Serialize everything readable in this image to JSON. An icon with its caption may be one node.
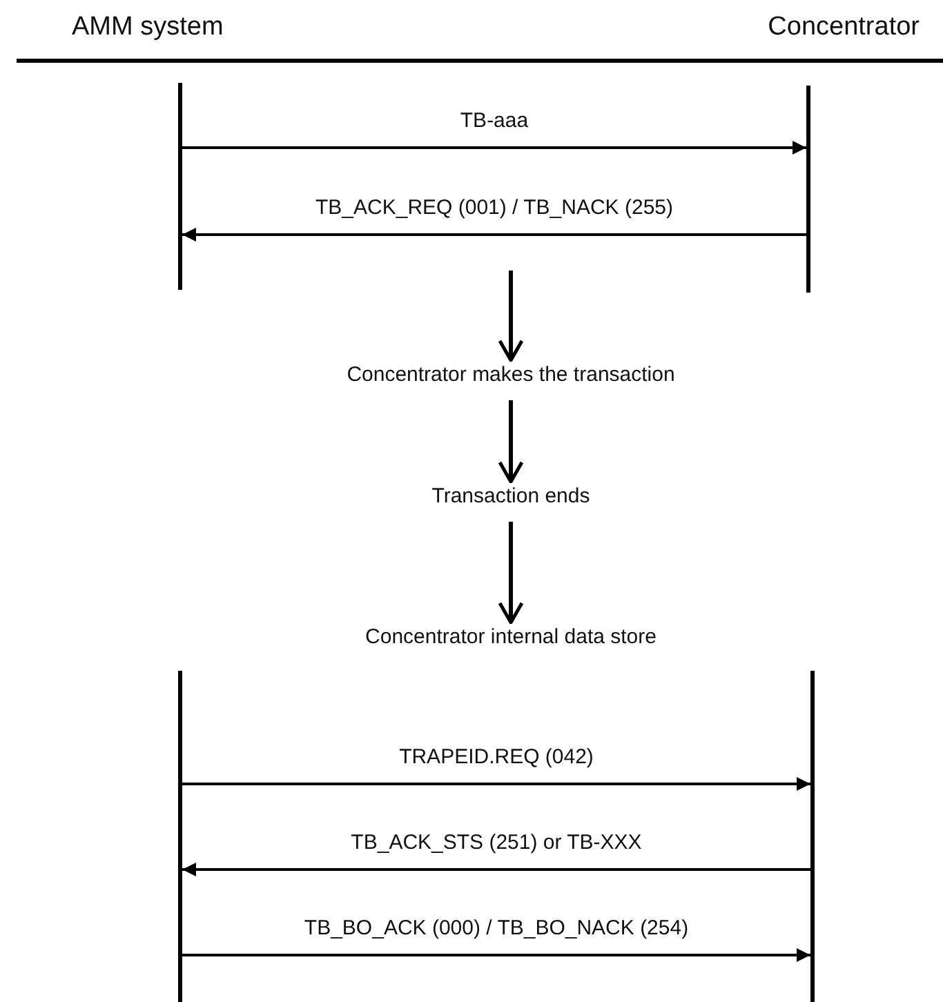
{
  "diagram": {
    "nodes": [
      {
        "text": [
          "AMM system"
        ]
      },
      {
        "text": [
          "Concentrator"
        ]
      },
      {
        "text": [],
        "shape": "bar"
      },
      {
        "text": [],
        "shape": "bar"
      },
      {
        "text": [
          "Concentrator makes the transaction"
        ]
      },
      {
        "text": [
          "Transaction ends"
        ]
      },
      {
        "text": [],
        "shape": "bar"
      },
      {
        "text": [],
        "shape": "bar"
      },
      {
        "text": [
          "Concentrator internal data store"
        ]
      }
    ],
    "edges": [
      {
        "from": 2,
        "to": 3,
        "arrow": "to",
        "label": "TB-aaa"
      },
      {
        "from": 3,
        "to": 2,
        "arrow": "to",
        "label": "TB_ACK_REQ (001) / TB_NACK (255)"
      },
      {
        "from": null,
        "to": 4,
        "arrow": "to"
      },
      {
        "from": 4,
        "to": 5,
        "arrow": "to"
      },
      {
        "from": 5,
        "to": 8,
        "arrow": "to"
      },
      {
        "from": 6,
        "to": 7,
        "arrow": "to",
        "label": "TRAPEID.REQ (042)"
      },
      {
        "from": 7,
        "to": 6,
        "arrow": "to",
        "label": "TB_ACK_STS (251) or TB-XXX"
      },
      {
        "from": 6,
        "to": 7,
        "arrow": "to",
        "label": "TB_BO_ACK (000) / TB_BO_NACK (254)"
      }
    ]
  }
}
